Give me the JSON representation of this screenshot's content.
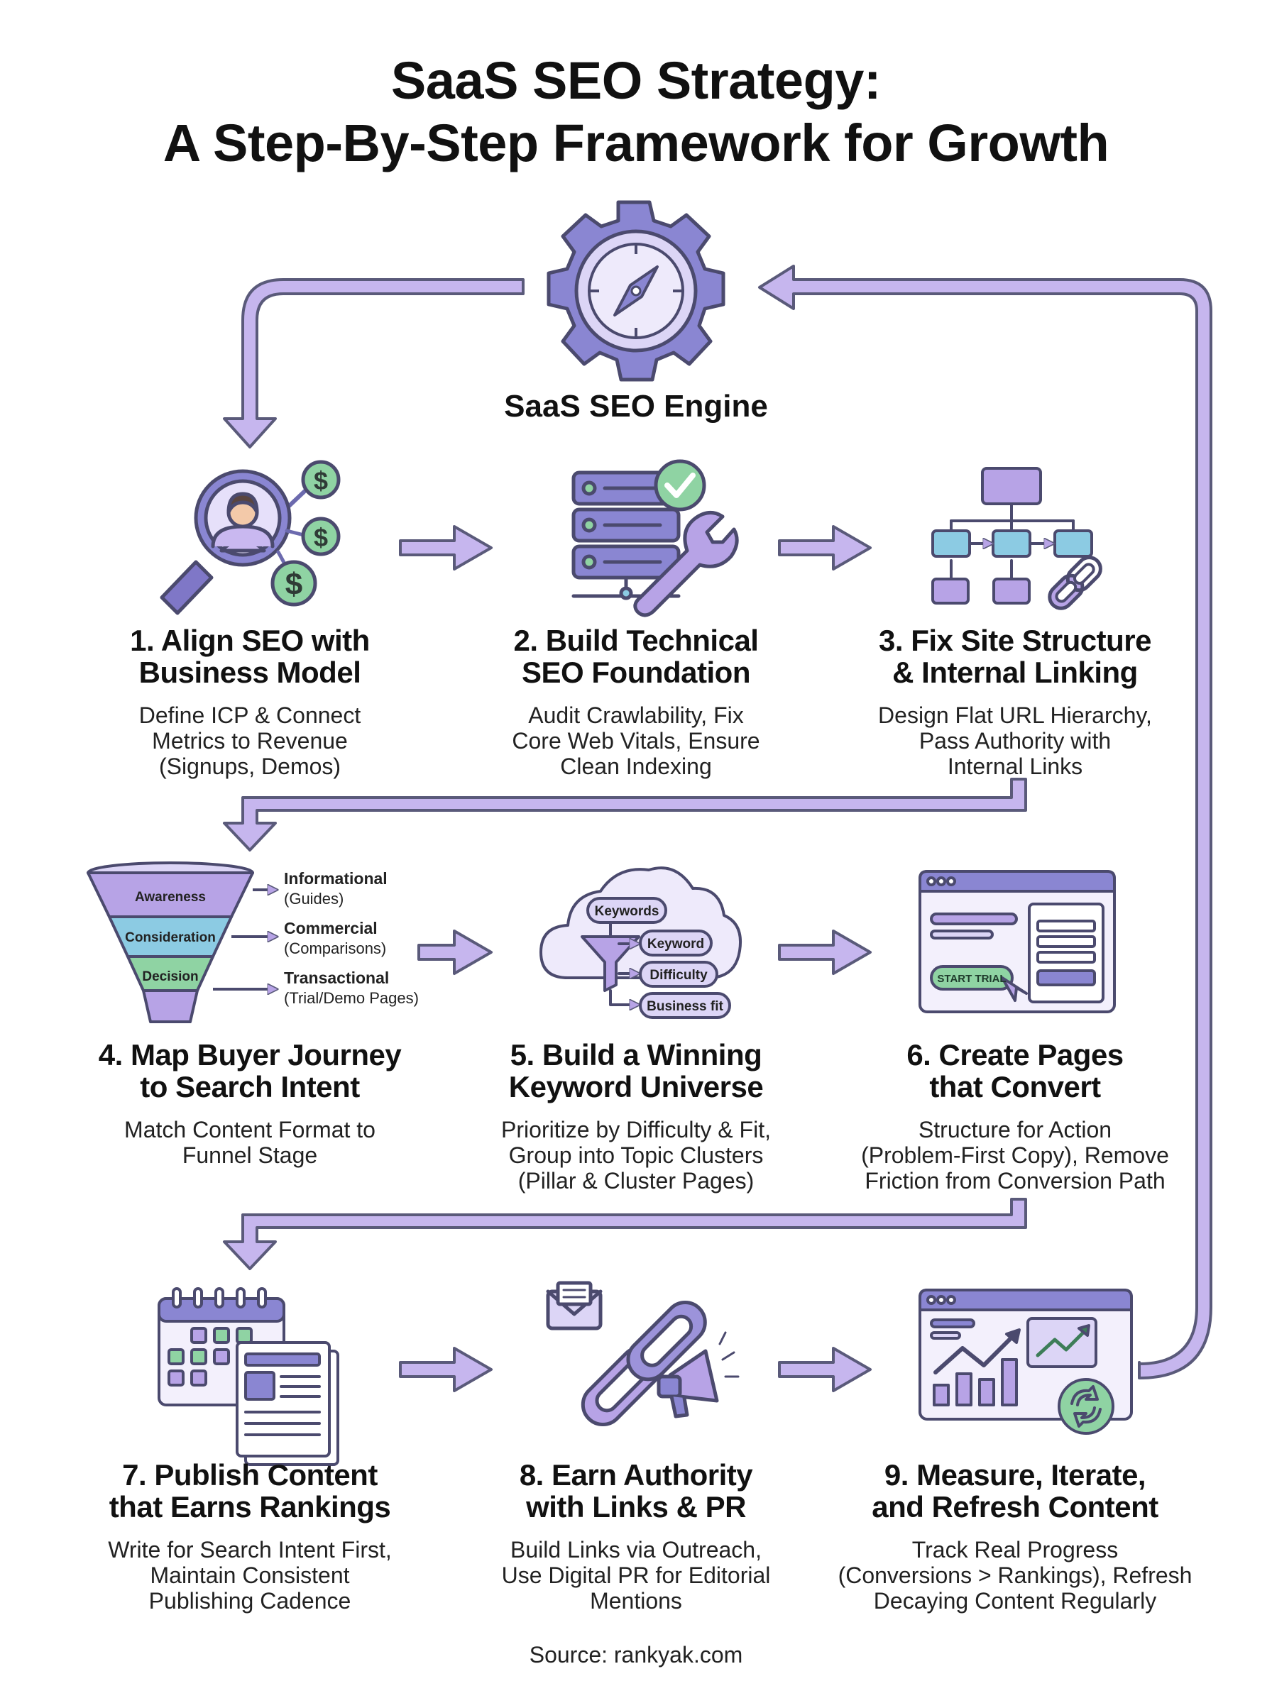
{
  "title": {
    "line1": "SaaS SEO Strategy:",
    "line2": "A Step-By-Step Framework for Growth"
  },
  "engine": {
    "label": "SaaS SEO Engine",
    "icon": "gear-compass-icon"
  },
  "colors": {
    "accent": "#B7A3E6",
    "stroke": "#5A5A7A",
    "purple": "#7F77C7",
    "green": "#8FD3A3",
    "blue": "#8CCBE3"
  },
  "steps": [
    {
      "heading": "1. Align SEO with Business Model",
      "h1": "1. Align SEO with",
      "h2": "Business Model",
      "d1": "Define ICP & Connect",
      "d2": "Metrics to Revenue",
      "d3": "(Signups, Demos)",
      "icon": "magnifier-customer-icon"
    },
    {
      "h1": "2. Build Technical",
      "h2": "SEO Foundation",
      "d1": "Audit Crawlability, Fix",
      "d2": "Core Web Vitals, Ensure",
      "d3": "Clean Indexing",
      "icon": "server-wrench-icon"
    },
    {
      "h1": "3. Fix Site Structure",
      "h2": "& Internal Linking",
      "d1": "Design Flat URL Hierarchy,",
      "d2": "Pass Authority with",
      "d3": "Internal Links",
      "icon": "sitemap-link-icon"
    },
    {
      "h1": "4. Map Buyer Journey",
      "h2": "to Search Intent",
      "d1": "Match Content Format to",
      "d2": "Funnel Stage",
      "d3": "",
      "icon": "funnel-icon"
    },
    {
      "h1": "5. Build a Winning",
      "h2": "Keyword Universe",
      "d1": "Prioritize by Difficulty & Fit,",
      "d2": "Group into Topic Clusters",
      "d3": "(Pillar & Cluster Pages)",
      "icon": "keyword-cloud-icon"
    },
    {
      "h1": "6. Create Pages",
      "h2": "that Convert",
      "d1": "Structure for Action",
      "d2": "(Problem-First Copy), Remove",
      "d3": "Friction from Conversion Path",
      "icon": "landing-page-icon"
    },
    {
      "h1": "7. Publish Content",
      "h2": "that Earns Rankings",
      "d1": "Write for Search Intent First,",
      "d2": "Maintain Consistent",
      "d3": "Publishing Cadence",
      "icon": "calendar-article-icon"
    },
    {
      "h1": "8. Earn Authority",
      "h2": "with Links & PR",
      "d1": "Build Links via Outreach,",
      "d2": "Use Digital PR for Editorial",
      "d3": "Mentions",
      "icon": "chain-megaphone-icon"
    },
    {
      "h1": "9. Measure, Iterate,",
      "h2": "and Refresh Content",
      "d1": "Track Real Progress",
      "d2": "(Conversions > Rankings), Refresh",
      "d3": "Decaying Content Regularly",
      "icon": "analytics-refresh-icon"
    }
  ],
  "funnel": {
    "stages": [
      "Awareness",
      "Consideration",
      "Decision"
    ],
    "intents": [
      {
        "name": "Informational",
        "sub": "(Guides)"
      },
      {
        "name": "Commercial",
        "sub": "(Comparisons)"
      },
      {
        "name": "Transactional",
        "sub": "(Trial/Demo Pages)"
      }
    ]
  },
  "keywords": {
    "head": "Keywords",
    "k1": "Keyword",
    "k2": "Difficulty",
    "k3": "Business fit"
  },
  "cta": {
    "label": "START TRIAL"
  },
  "source": "Source: rankyak.com"
}
